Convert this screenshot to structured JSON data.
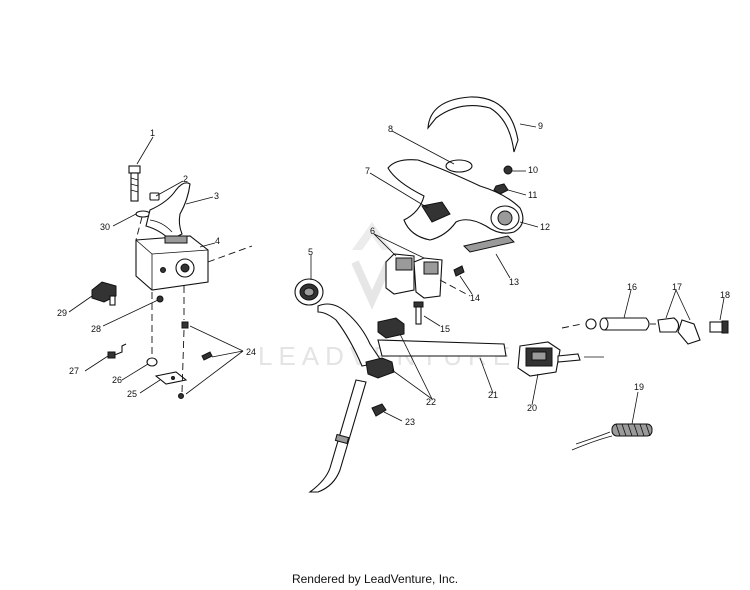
{
  "watermark": "LEADVENTURE",
  "footer": "Rendered by LeadVenture, Inc.",
  "callouts": [
    "1",
    "2",
    "3",
    "4",
    "5",
    "6",
    "7",
    "8",
    "9",
    "10",
    "11",
    "12",
    "13",
    "14",
    "15",
    "16",
    "17",
    "18",
    "19",
    "20",
    "21",
    "22",
    "23",
    "24",
    "25",
    "26",
    "27",
    "28",
    "29",
    "30"
  ]
}
